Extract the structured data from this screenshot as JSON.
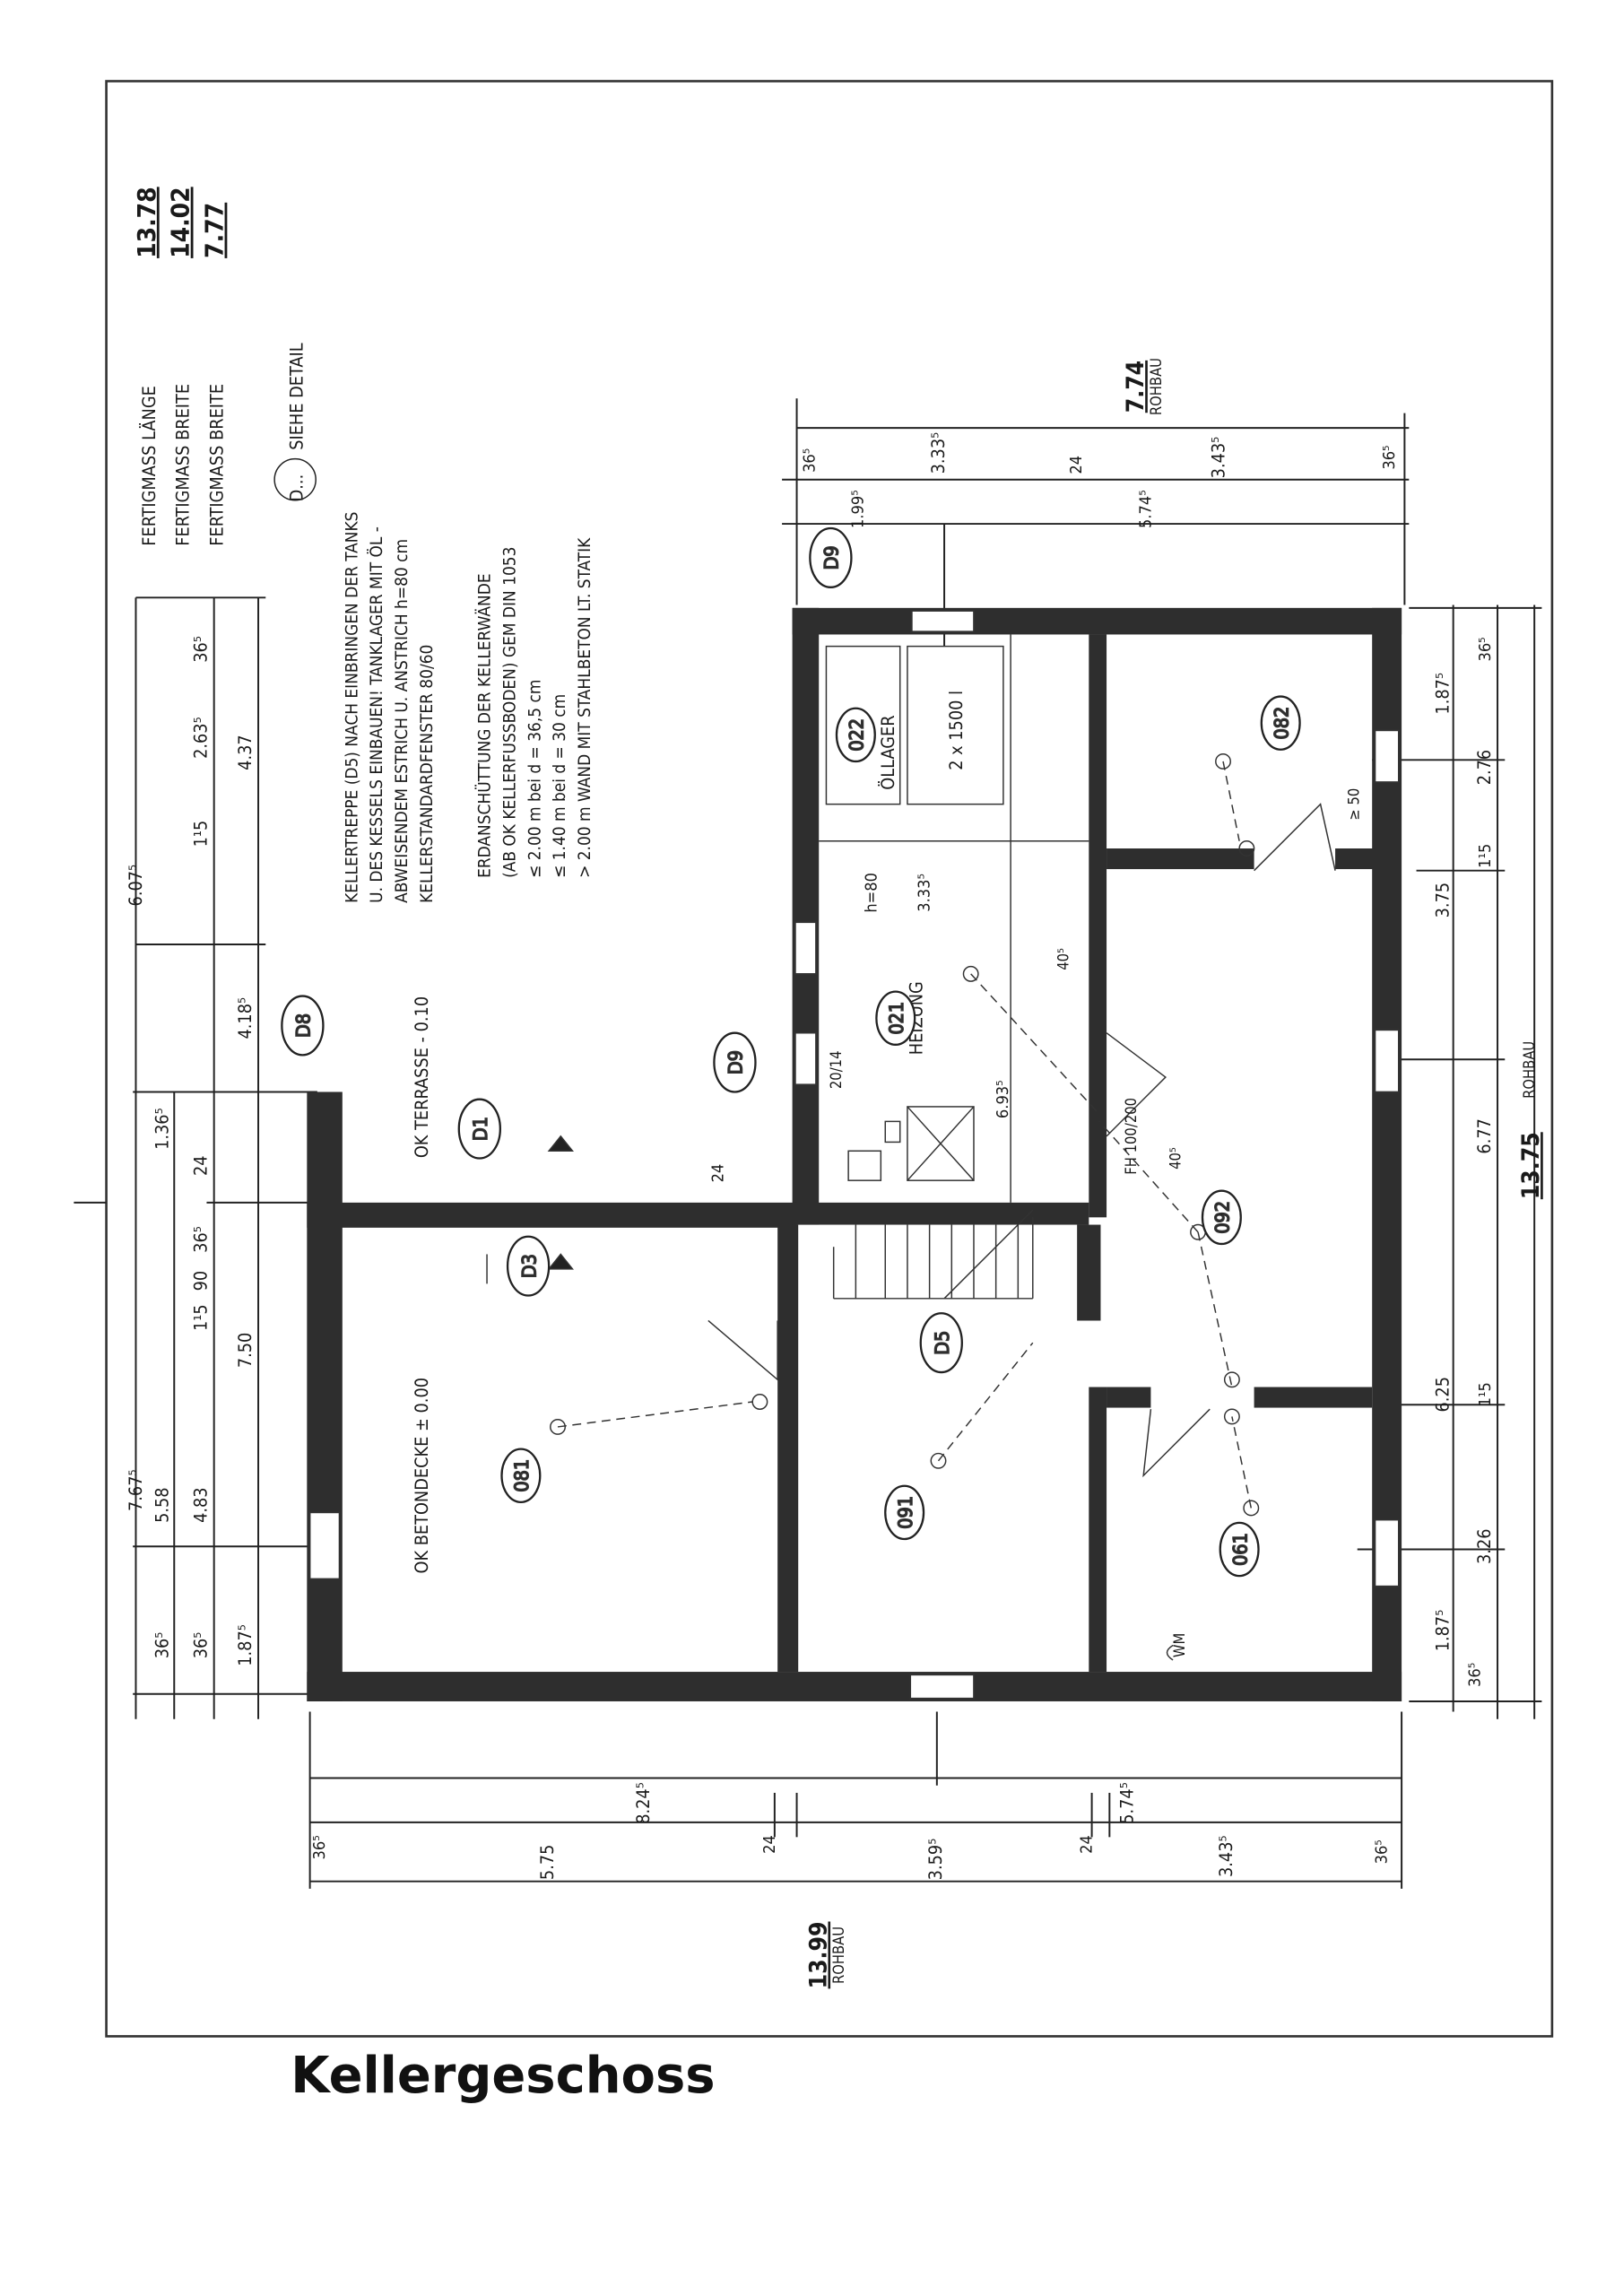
{
  "title": "Kellergeschoss",
  "notes": {
    "fertigmass": [
      {
        "label": "FERTIGMASS  LÄNGE",
        "value": "13.78"
      },
      {
        "label": "FERTIGMASS  BREITE",
        "value": "14.02"
      },
      {
        "label": "FERTIGMASS  BREITE",
        "value": "7.77"
      }
    ],
    "detail_symbol": "D...",
    "detail_label": "SIEHE DETAIL",
    "kellertreppe": [
      "KELLERTREPPE (D5) NACH EINBRINGEN DER TANKS",
      "U. DES KESSELS EINBAUEN! TANKLAGER MIT ÖL -",
      "ABWEISENDEM ESTRICH U. ANSTRICH h=80 cm",
      "KELLERSTANDARDFENSTER 80/60"
    ],
    "erdanschuettung": [
      "ERDANSCHÜTTUNG DER KELLERWÄNDE",
      "(AB OK KELLERFUSSBODEN) GEM DIN 1053",
      "≤ 2.00 m   bei  d = 36,5 cm",
      "≤ 1.40 m   bei  d = 30   cm",
      "> 2.00 m  WAND MIT STAHLBETON LT. STATIK"
    ]
  },
  "rohbau": {
    "top": {
      "value": "7.74",
      "label": "ROHBAU"
    },
    "right": {
      "value": "13.75",
      "label": "ROHBAU"
    },
    "bottom": {
      "value": "13.99",
      "label": "ROHBAU"
    }
  },
  "rooms": {
    "r022": {
      "id": "022",
      "name": "ÖLLAGER",
      "tanks": "2 x 1500 l",
      "h": "h=80",
      "dim": "3.33⁵"
    },
    "r021": {
      "id": "021",
      "name": "HEIZUNG",
      "vent": "20/14",
      "dim": "6.93⁵"
    },
    "r082": {
      "id": "082"
    },
    "r092": {
      "id": "092"
    },
    "r081": {
      "id": "081"
    },
    "r091": {
      "id": "091"
    },
    "r061": {
      "id": "061",
      "wm": "WM"
    },
    "fh": "FH 100/200",
    "min50": "≥ 50",
    "dim405a": "40⁵",
    "dim405b": "40⁵"
  },
  "levels": {
    "terrasse": "OK TERRASSE - 0.10",
    "betondecke": "OK BETONDECKE ± 0.00"
  },
  "details": {
    "d1": "D1",
    "d3": "D3",
    "d5": "D5",
    "d8": "D8",
    "d9a": "D9",
    "d9b": "D9"
  },
  "dims": {
    "left": [
      "6.07⁵",
      "7.67⁵",
      "1.36⁵",
      "5.58",
      "36⁵",
      "2.63⁵",
      "36⁵",
      "1¹5",
      "24",
      "36⁵",
      "90",
      "1¹5",
      "4.83",
      "36⁵",
      "4.37",
      "4.18⁵",
      "7.50",
      "1.87⁵",
      "24"
    ],
    "top": [
      "36⁵",
      "3.33⁵",
      "24",
      "3.43⁵",
      "36⁵",
      "1.99⁵",
      "5.74⁵"
    ],
    "right": [
      "1.87⁵",
      "36⁵",
      "2.76",
      "3.75",
      "1¹5",
      "6.77",
      "6.25",
      "1¹5",
      "3.26",
      "1.87⁵",
      "36⁵"
    ],
    "bottom": [
      "8.24⁵",
      "36⁵",
      "5.75",
      "24",
      "3.59⁵",
      "24",
      "5.74⁵",
      "3.43⁵",
      "36⁵"
    ]
  }
}
